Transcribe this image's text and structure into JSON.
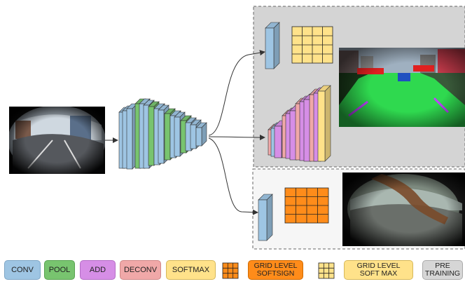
{
  "colors": {
    "conv": "#9ec5e3",
    "pool": "#78c46f",
    "add": "#d68ee6",
    "deconv": "#f0a8a8",
    "softmax": "#ffe28a",
    "grid_softsign": "#ff8c1a",
    "grid_softmax": "#ffe28a",
    "pretraining": "#d6d6d6",
    "panel_top": "#d4d4d4",
    "panel_bottom": "#f5f5f5"
  },
  "legend": {
    "conv": "CONV",
    "pool": "POOL",
    "add": "ADD",
    "deconv": "DECONV",
    "softmax": "SOFTMAX",
    "grid_softsign_line1": "GRID LEVEL",
    "grid_softsign_line2": "SOFTSIGN",
    "grid_softmax_line1": "GRID LEVEL",
    "grid_softmax_line2": "SOFT MAX",
    "pretraining_line1": "PRE",
    "pretraining_line2": "TRAINING"
  }
}
